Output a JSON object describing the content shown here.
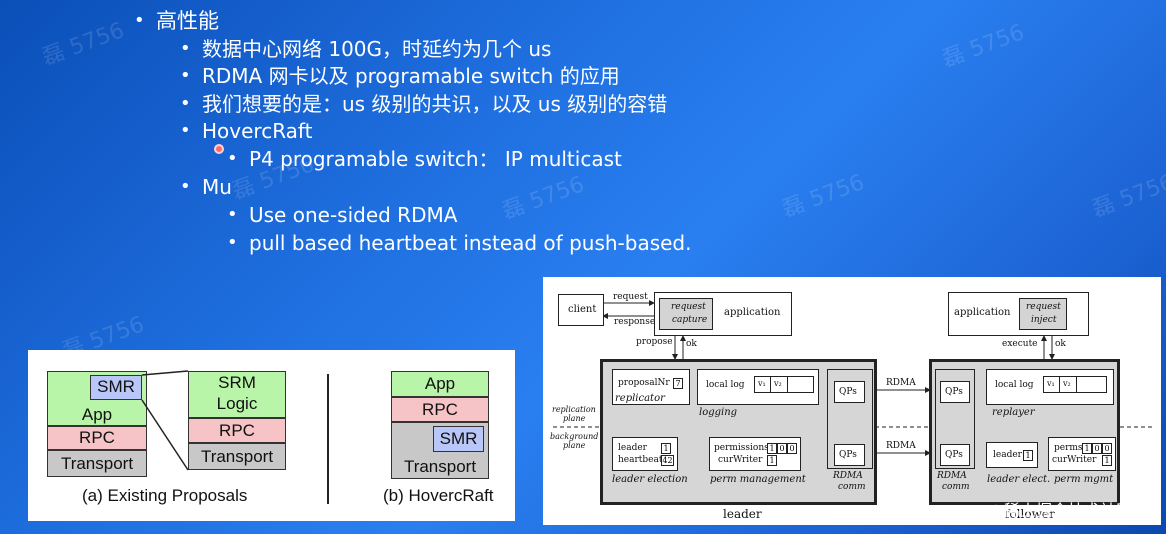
{
  "bullets": [
    {
      "text": "高性能",
      "level": 1
    },
    {
      "text": "数据中心网络 100G，时延约为几个 us",
      "level": 2
    },
    {
      "text": "RDMA 网卡以及 programable switch 的应用",
      "level": 2
    },
    {
      "text": "我们想要的是：us 级别的共识，以及 us 级别的容错",
      "level": 2
    },
    {
      "text": "HovercRaft",
      "level": 2
    },
    {
      "text": "P4 programable switch： IP multicast",
      "level": 3
    },
    {
      "text": "Mu",
      "level": 2
    },
    {
      "text": "Use one-sided RDMA",
      "level": 3
    },
    {
      "text": "pull based heartbeat instead of push-based.",
      "level": 3
    }
  ],
  "figure_a": {
    "smr": "SMR",
    "app": "App",
    "rpc": "RPC",
    "transport": "Transport",
    "srm_logic_1": "SRM",
    "srm_logic_2": "Logic",
    "rpc2": "RPC",
    "transport2": "Transport",
    "caption": "(a) Existing Proposals"
  },
  "figure_b": {
    "app": "App",
    "rpc": "RPC",
    "smr": "SMR",
    "transport": "Transport",
    "caption": "(b) HovercRaft"
  },
  "mu": {
    "client": "client",
    "request": "request",
    "response": "response",
    "request_capture_1": "request",
    "request_capture_2": "capture",
    "application_left": "application",
    "propose": "propose",
    "ok_left": "ok",
    "application_right": "application",
    "request_inject_1": "request",
    "request_inject_2": "inject",
    "execute": "execute",
    "ok_right": "ok",
    "replication_plane_1": "replication",
    "replication_plane_2": "plane",
    "background_plane_1": "background",
    "background_plane_2": "plane",
    "proposalNr": "proposalNr",
    "proposal_val": "7",
    "replicator": "replicator",
    "local_log": "local log",
    "v1": "v₁",
    "v2": "v₂",
    "logging": "logging",
    "qps": "QPs",
    "rdma_top": "RDMA",
    "rdma_bottom": "RDMA",
    "leader_lbl": "leader",
    "leader_val": "1",
    "heartbeat_lbl": "heartbeat",
    "heartbeat_val": "42",
    "leader_election": "leader election",
    "permissions": "permissions",
    "perm_vals": [
      "1",
      "0",
      "0"
    ],
    "curWriter": "curWriter",
    "curWriter_val": "1",
    "perm_management": "perm management",
    "rdma_comm_1": "RDMA",
    "rdma_comm_2": "comm",
    "replayer": "replayer",
    "leader_elect": "leader elect.",
    "perms": "perms",
    "perm_mgmt": "perm mgmt",
    "leader_caption": "leader",
    "follower_caption": "follower"
  },
  "watermark": "磊 5756",
  "brand": "@稀土掘金技术社区"
}
